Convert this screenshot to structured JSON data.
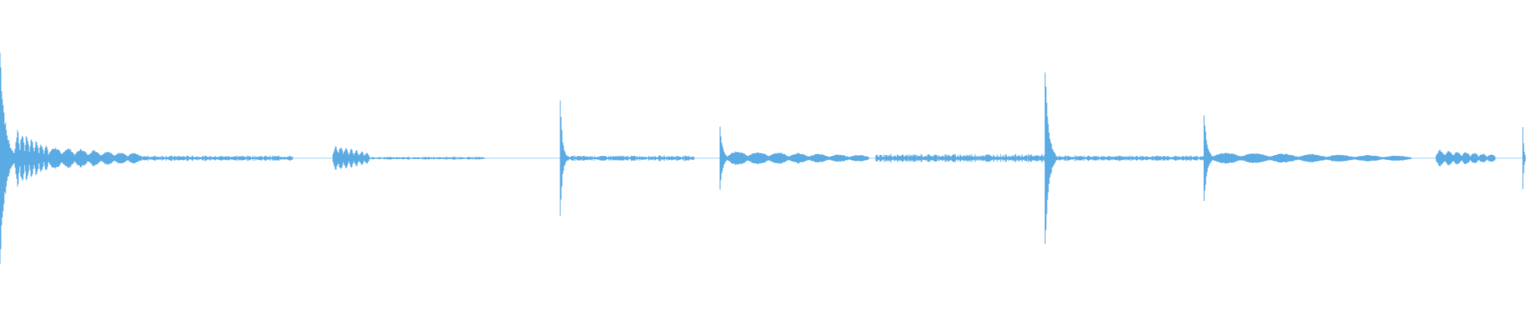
{
  "waveform": {
    "color": "#5aaae4",
    "background": "#ffffff",
    "segments": [
      {
        "start": 0.0,
        "end": 0.01,
        "peak": 0.8,
        "decay": "attack"
      },
      {
        "start": 0.01,
        "end": 0.032,
        "peak": 0.2,
        "decay": "beats"
      },
      {
        "start": 0.032,
        "end": 0.092,
        "peak": 0.08,
        "decay": "beats"
      },
      {
        "start": 0.092,
        "end": 0.192,
        "peak": 0.02,
        "decay": "noise"
      },
      {
        "start": 0.218,
        "end": 0.242,
        "peak": 0.09,
        "decay": "beats"
      },
      {
        "start": 0.242,
        "end": 0.318,
        "peak": 0.01,
        "decay": "noise"
      },
      {
        "start": 0.367,
        "end": 0.372,
        "peak": 0.4,
        "decay": "attack"
      },
      {
        "start": 0.372,
        "end": 0.455,
        "peak": 0.02,
        "decay": "noise"
      },
      {
        "start": 0.472,
        "end": 0.477,
        "peak": 0.25,
        "decay": "attack"
      },
      {
        "start": 0.477,
        "end": 0.57,
        "peak": 0.05,
        "decay": "beats"
      },
      {
        "start": 0.574,
        "end": 0.686,
        "peak": 0.03,
        "decay": "noise"
      },
      {
        "start": 0.685,
        "end": 0.692,
        "peak": 0.6,
        "decay": "attack"
      },
      {
        "start": 0.692,
        "end": 0.79,
        "peak": 0.02,
        "decay": "noise"
      },
      {
        "start": 0.789,
        "end": 0.795,
        "peak": 0.33,
        "decay": "attack"
      },
      {
        "start": 0.795,
        "end": 0.925,
        "peak": 0.04,
        "decay": "beats"
      },
      {
        "start": 0.941,
        "end": 0.98,
        "peak": 0.06,
        "decay": "beats"
      },
      {
        "start": 0.998,
        "end": 1.0,
        "peak": 0.25,
        "decay": "attack"
      }
    ]
  }
}
